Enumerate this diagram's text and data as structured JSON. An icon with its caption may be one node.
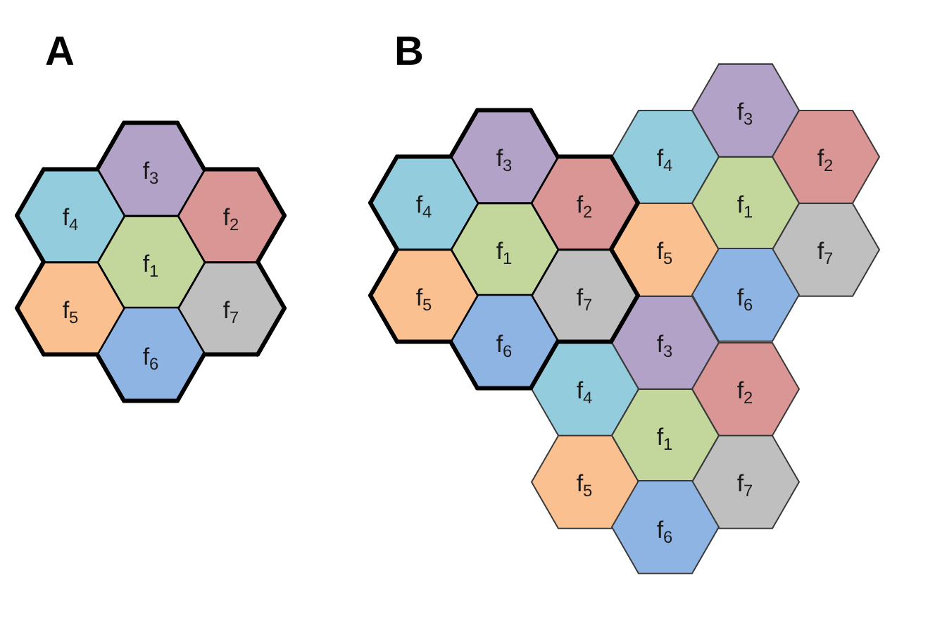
{
  "diagram": {
    "nodes": [
      {
        "text": [
          "f$_{3}$"
        ]
      },
      {
        "text": [
          "f$_{4}$"
        ]
      },
      {
        "text": [
          "f$_{2}$"
        ]
      },
      {
        "text": [
          "f$_{1}$"
        ]
      },
      {
        "text": [
          "f$_{5}$"
        ]
      },
      {
        "text": [
          "f$_{7}$"
        ]
      },
      {
        "text": [
          "f$_{6}$"
        ]
      },
      {
        "text": [
          "f$_{3}$"
        ]
      },
      {
        "text": [
          "f$_{4}$"
        ]
      },
      {
        "text": [
          "f$_{2}$"
        ]
      },
      {
        "text": [
          "f$_{1}$"
        ]
      },
      {
        "text": [
          "f$_{5}$"
        ]
      },
      {
        "text": [
          "f$_{7}$"
        ]
      },
      {
        "text": [
          "f$_{6}$"
        ]
      },
      {
        "text": [
          "f$_{3}$"
        ]
      },
      {
        "text": [
          "f$_{4}$"
        ]
      },
      {
        "text": [
          "f$_{2}$"
        ]
      },
      {
        "text": [
          "f$_{1}$"
        ]
      },
      {
        "text": [
          "f$_{5}$"
        ]
      },
      {
        "text": [
          "f$_{7}$"
        ]
      },
      {
        "text": [
          "f$_{6}$"
        ]
      },
      {
        "text": [
          "f$_{3}$"
        ]
      },
      {
        "text": [
          "f$_{4}$"
        ]
      },
      {
        "text": [
          "f$_{2}$"
        ]
      },
      {
        "text": [
          "f$_{1}$"
        ]
      },
      {
        "text": [
          "f$_{5}$"
        ]
      },
      {
        "text": [
          "f$_{7}$"
        ]
      },
      {
        "text": [
          "f$_{6}$"
        ]
      }
    ],
    "labels": [
      "A",
      "B"
    ]
  }
}
